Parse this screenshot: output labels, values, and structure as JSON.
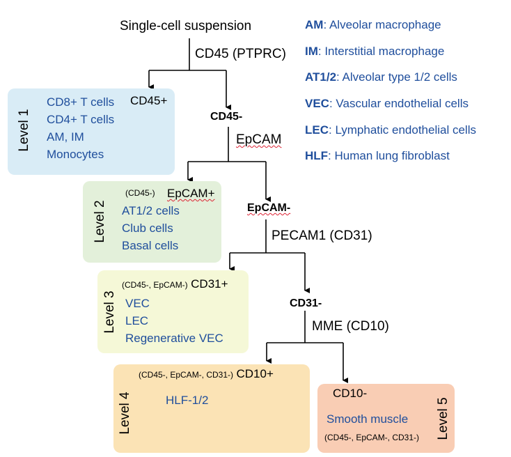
{
  "root_label": "Single-cell suspension",
  "markers": {
    "m1": "CD45 (PTPRC)",
    "m2": "EpCAM",
    "m3": "PECAM1 (CD31)",
    "m4": "MME (CD10)"
  },
  "neg_nodes": {
    "cd45_neg": "CD45-",
    "epcam_neg": "EpCAM-",
    "cd31_neg": "CD31-"
  },
  "levels": {
    "l1": {
      "title": "Level 1",
      "marker": "CD45+",
      "cells": [
        "CD8+ T cells",
        "CD4+ T cells",
        "AM, IM",
        "Monocytes"
      ]
    },
    "l2": {
      "title": "Level 2",
      "prefix": "(CD45-)",
      "marker": "EpCAM+",
      "cells": [
        "AT1/2 cells",
        "Club cells",
        "Basal cells"
      ]
    },
    "l3": {
      "title": "Level 3",
      "prefix": "(CD45-, EpCAM-)",
      "marker": "CD31+",
      "cells": [
        "VEC",
        "LEC",
        "Regenerative VEC"
      ]
    },
    "l4": {
      "title": "Level 4",
      "prefix": "(CD45-, EpCAM-, CD31-)",
      "marker": "CD10+",
      "cells": [
        "HLF-1/2"
      ]
    },
    "l5": {
      "title": "Level 5",
      "marker": "CD10-",
      "cells": [
        "Smooth muscle"
      ],
      "suffix": "(CD45-, EpCAM-, CD31-)"
    }
  },
  "legend": [
    {
      "abbr": "AM",
      "text": ": Alveolar macrophage"
    },
    {
      "abbr": "IM",
      "text": ": Interstitial macrophage"
    },
    {
      "abbr": "AT1/2",
      "text": ": Alveolar type 1/2 cells"
    },
    {
      "abbr": "VEC",
      "text": ": Vascular endothelial cells"
    },
    {
      "abbr": "LEC",
      "text": ": Lymphatic endothelial cells"
    },
    {
      "abbr": "HLF",
      "text": ": Human lung fibroblast"
    }
  ],
  "colors": {
    "level1_bg": "#d9ecf6",
    "level2_bg": "#e3f0da",
    "level3_bg": "#f5f8d7",
    "level4_bg": "#fbe3b5",
    "level5_bg": "#f9cdb4",
    "cell_text": "#1f4e9c"
  }
}
